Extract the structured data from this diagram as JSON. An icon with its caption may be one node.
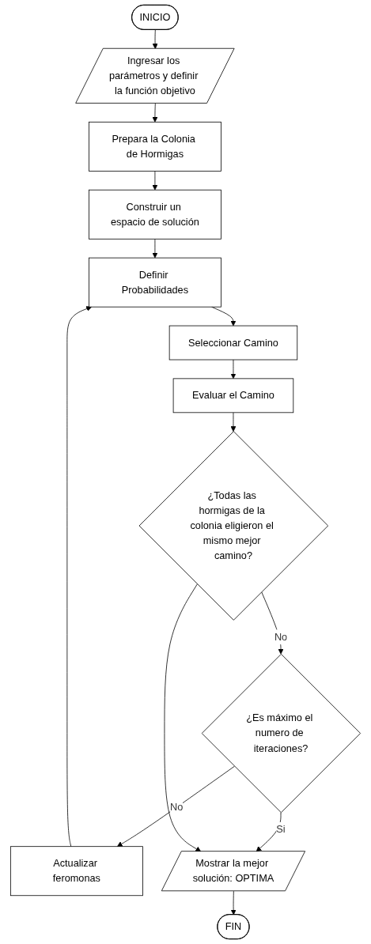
{
  "diagram": {
    "nodes": [
      {
        "text": [
          "INICIO"
        ]
      },
      {
        "text": [
          "Ingresar los parámetros y definir la función objetivo"
        ]
      },
      {
        "text": [
          "Prepara la Colonia de Hormigas"
        ]
      },
      {
        "text": [
          "Construir un espacio de solución"
        ]
      },
      {
        "text": [
          "Definir Probabilidades"
        ]
      },
      {
        "text": [
          "Seleccionar Camino"
        ]
      },
      {
        "text": [
          "Evaluar el Camino"
        ]
      },
      {
        "text": [
          "¿Todas las hormigas de la colonia eligieron el mismo mejor camino?"
        ]
      },
      {
        "text": [
          "¿Es máximo el numero de iteraciones?"
        ]
      },
      {
        "text": [
          "Actualizar feromonas"
        ]
      },
      {
        "text": [
          "Mostrar la mejor solución: OPTIMA"
        ]
      },
      {
        "text": [
          "FIN"
        ]
      }
    ],
    "edges": [
      {
        "from": 0,
        "to": 1,
        "arrow": "to"
      },
      {
        "from": 1,
        "to": 2,
        "arrow": "to"
      },
      {
        "from": 2,
        "to": 3,
        "arrow": "to"
      },
      {
        "from": 3,
        "to": 4,
        "arrow": "to"
      },
      {
        "from": 4,
        "to": 5,
        "arrow": "to"
      },
      {
        "from": 5,
        "to": 6,
        "arrow": "to"
      },
      {
        "from": 6,
        "to": 7,
        "arrow": "to"
      },
      {
        "from": 7,
        "to": 8,
        "label": "No",
        "arrow": "to"
      },
      {
        "from": 8,
        "to": 9,
        "label": "No",
        "arrow": "to"
      },
      {
        "from": 9,
        "to": 4,
        "arrow": "to"
      },
      {
        "from": 8,
        "to": 10,
        "label": "Si",
        "arrow": "to"
      },
      {
        "from": 7,
        "to": 10,
        "arrow": "to"
      },
      {
        "from": 10,
        "to": 11,
        "arrow": "to"
      }
    ]
  }
}
